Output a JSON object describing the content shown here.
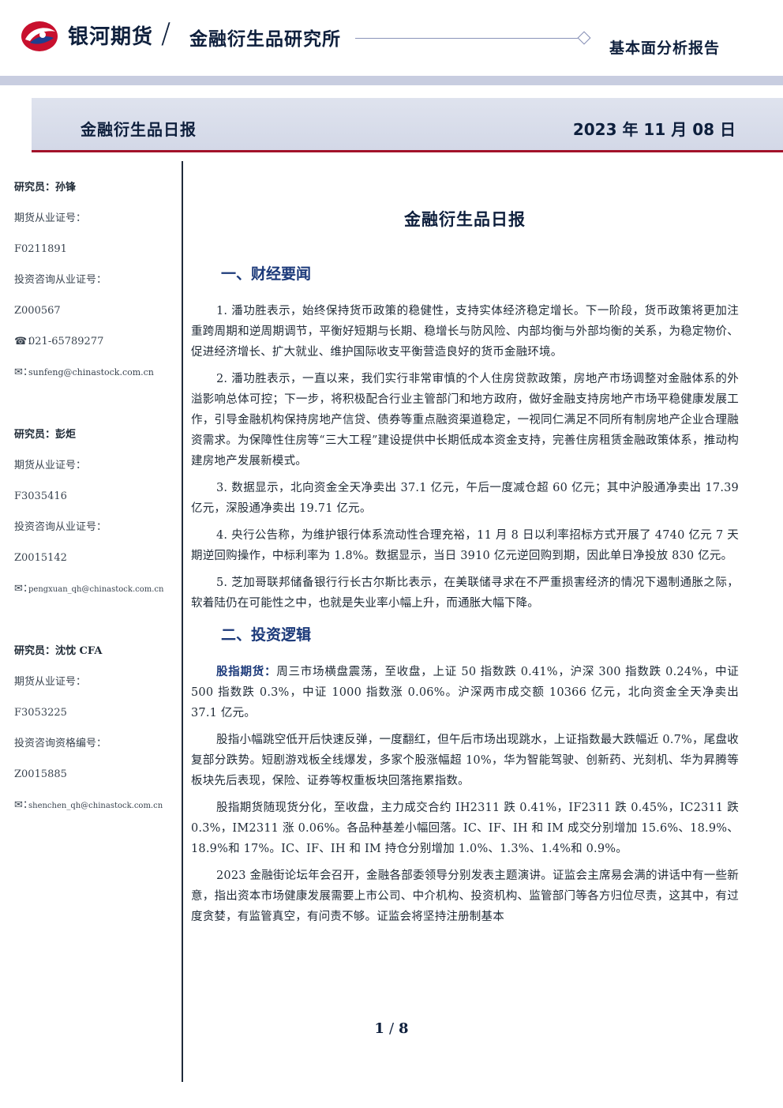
{
  "header": {
    "brand": "银河期货",
    "institute": "金融衍生品研究所",
    "report_type": "基本面分析报告"
  },
  "title_bar": {
    "left": "金融衍生品日报",
    "date": "2023 年 11 月 08 日"
  },
  "analysts": [
    {
      "name": "研究员：孙锋",
      "license_label": "期货从业证号：",
      "license": "F0211891",
      "consult_label": "投资咨询从业证号：",
      "consult": "Z000567",
      "phone_icon": "☎：",
      "phone": "021-65789277",
      "email_icon": "✉：",
      "email": "sunfeng@chinastock.com.cn"
    },
    {
      "name": "研究员：彭炬",
      "license_label": "期货从业证号：",
      "license": "F3035416",
      "consult_label": "投资咨询从业证号：",
      "consult": "Z0015142",
      "email_icon": "✉：",
      "email": "pengxuan_qh@chinastock.com.cn"
    },
    {
      "name": "研究员：沈忱  CFA",
      "license_label": "期货从业证号：",
      "license": "F3053225",
      "consult_label": "投资咨询资格编号：",
      "consult": "Z0015885",
      "email_icon": "✉：",
      "email": "shenchen_qh@chinastock.com.cn"
    }
  ],
  "main": {
    "title": "金融衍生品日报",
    "section1": {
      "heading": "一、财经要闻",
      "paragraphs": [
        "1. 潘功胜表示，始终保持货币政策的稳健性，支持实体经济稳定增长。下一阶段，货币政策将更加注重跨周期和逆周期调节，平衡好短期与长期、稳增长与防风险、内部均衡与外部均衡的关系，为稳定物价、促进经济增长、扩大就业、维护国际收支平衡营造良好的货币金融环境。",
        "2. 潘功胜表示，一直以来，我们实行非常审慎的个人住房贷款政策，房地产市场调整对金融体系的外溢影响总体可控；下一步，将积极配合行业主管部门和地方政府，做好金融支持房地产市场平稳健康发展工作，引导金融机构保持房地产信贷、债券等重点融资渠道稳定，一视同仁满足不同所有制房地产企业合理融资需求。为保障性住房等“三大工程”建设提供中长期低成本资金支持，完善住房租赁金融政策体系，推动构建房地产发展新模式。",
        "3. 数据显示，北向资金全天净卖出 37.1 亿元，午后一度减仓超 60 亿元；其中沪股通净卖出 17.39 亿元，深股通净卖出 19.71 亿元。",
        "4. 央行公告称，为维护银行体系流动性合理充裕，11 月 8 日以利率招标方式开展了 4740 亿元 7 天期逆回购操作，中标利率为 1.8%。数据显示，当日 3910 亿元逆回购到期，因此单日净投放 830 亿元。",
        "5. 芝加哥联邦储备银行行长古尔斯比表示，在美联储寻求在不严重损害经济的情况下遏制通胀之际，软着陆仍在可能性之中，也就是失业率小幅上升，而通胀大幅下降。"
      ]
    },
    "section2": {
      "heading": "二、投资逻辑",
      "lead_label": "股指期货：",
      "lead_text": "周三市场横盘震荡，至收盘，上证 50 指数跌 0.41%，沪深 300 指数跌 0.24%，中证 500 指数跌 0.3%，中证 1000 指数涨 0.06%。沪深两市成交额 10366 亿元，北向资金全天净卖出 37.1 亿元。",
      "paragraphs": [
        "股指小幅跳空低开后快速反弹，一度翻红，但午后市场出现跳水，上证指数最大跌幅近 0.7%，尾盘收复部分跌势。短剧游戏板全线爆发，多家个股涨幅超 10%，华为智能驾驶、创新药、光刻机、华为昇腾等板块先后表现，保险、证券等权重板块回落拖累指数。",
        "股指期货随现货分化，至收盘，主力成交合约 IH2311 跌 0.41%，IF2311 跌 0.45%，IC2311 跌 0.3%，IM2311 涨 0.06%。各品种基差小幅回落。IC、IF、IH 和 IM 成交分别增加 15.6%、18.9%、18.9%和 17%。IC、IF、IH 和 IM 持仓分别增加 1.0%、1.3%、1.4%和 0.9%。",
        "2023 金融街论坛年会召开，金融各部委领导分别发表主题演讲。证监会主席易会满的讲话中有一些新意，指出资本市场健康发展需要上市公司、中介机构、投资机构、监管部门等各方归位尽责，这其中，有过度贪婪，有监管真空，有问责不够。证监会将坚持注册制基本"
      ]
    }
  },
  "pagination": {
    "current": "1",
    "separator": "/",
    "total": "8"
  }
}
